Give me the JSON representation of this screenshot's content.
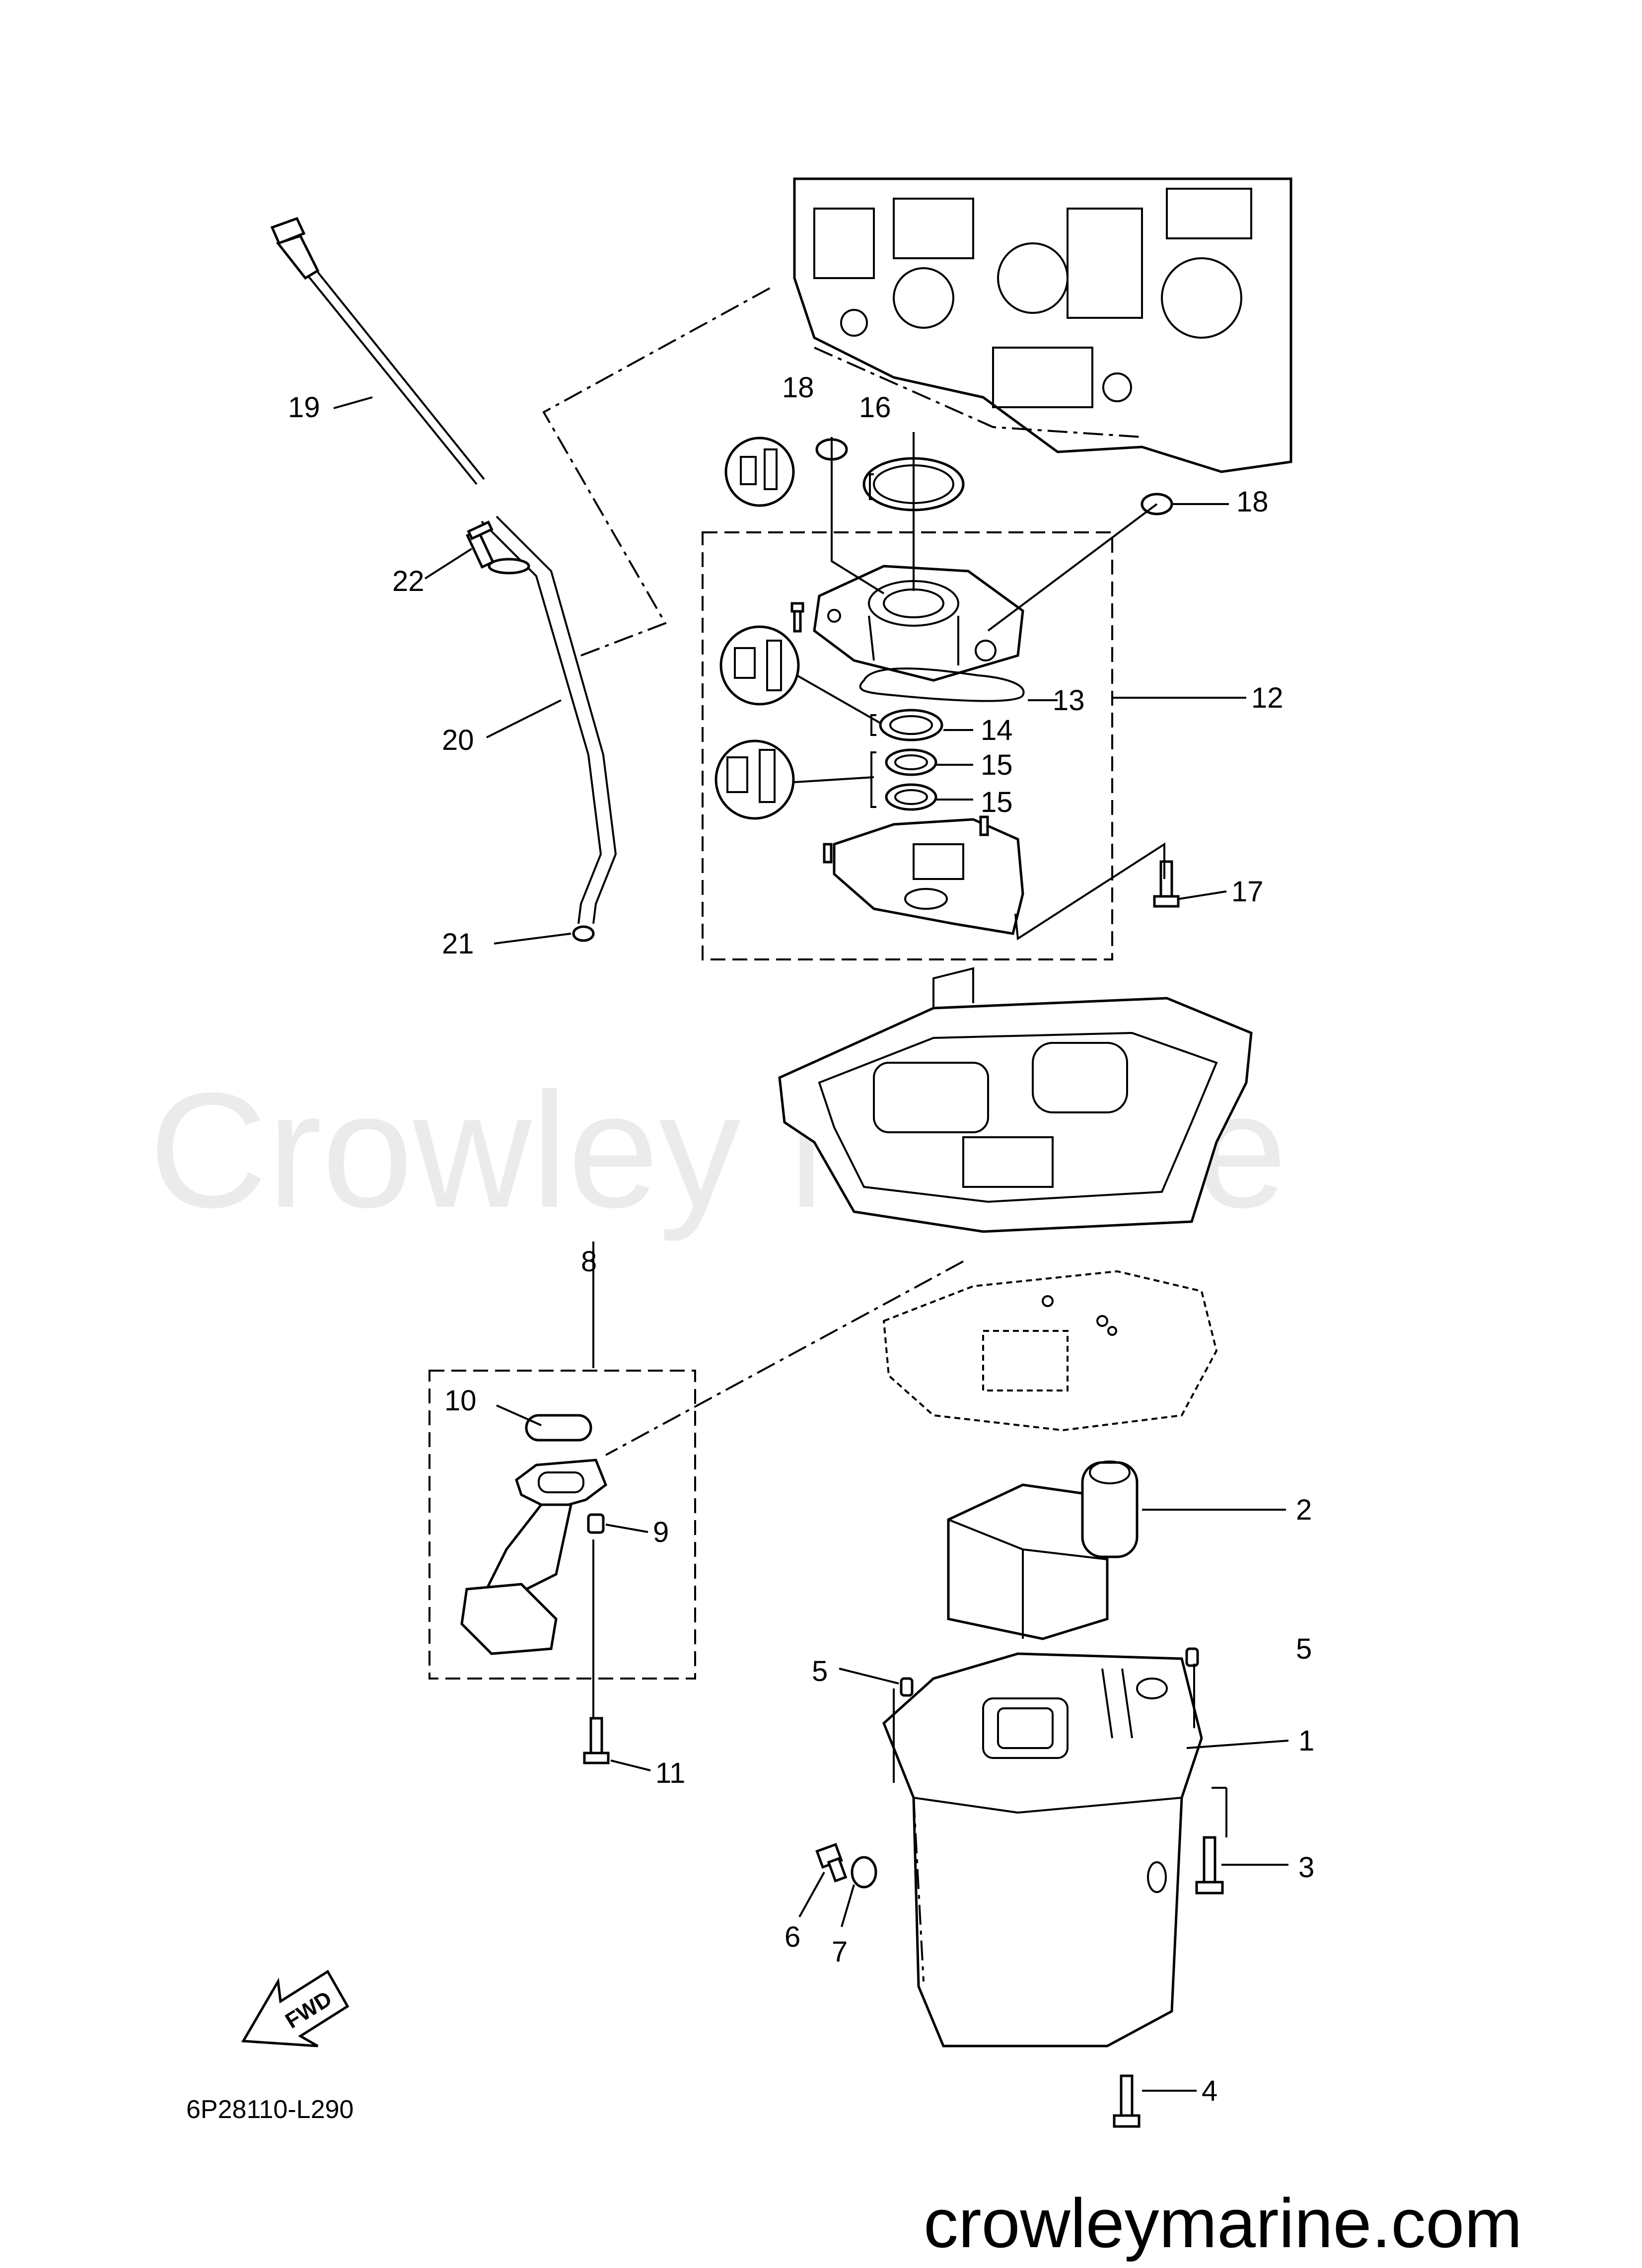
{
  "watermark": "Crowley Marine",
  "diagram_code": "6P28110-L290",
  "website": "crowleymarine.com",
  "fwd_label": "FWD",
  "callouts": {
    "c1": "1",
    "c2": "2",
    "c3": "3",
    "c4": "4",
    "c5a": "5",
    "c5b": "5",
    "c6": "6",
    "c7": "7",
    "c8": "8",
    "c9": "9",
    "c10": "10",
    "c11": "11",
    "c12": "12",
    "c13": "13",
    "c14": "14",
    "c15a": "15",
    "c15b": "15",
    "c16": "16",
    "c17": "17",
    "c18a": "18",
    "c18b": "18",
    "c19": "19",
    "c20": "20",
    "c21": "21",
    "c22": "22"
  }
}
